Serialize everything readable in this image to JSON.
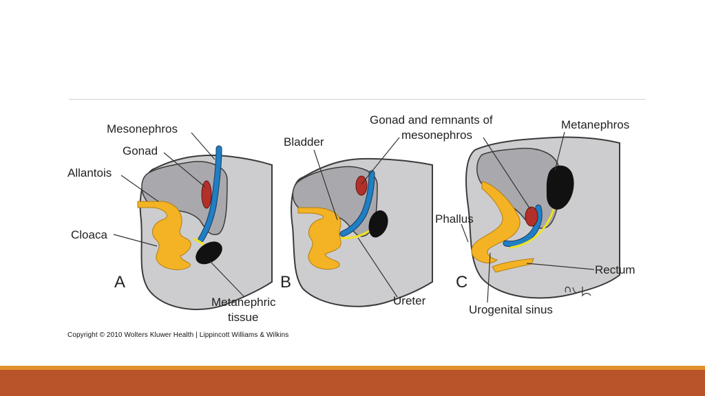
{
  "figure": {
    "panels": [
      {
        "letter": "A",
        "labels": [
          "Mesonephros",
          "Gonad",
          "Allantois",
          "Cloaca"
        ],
        "tissue_label_line1": "Metanephric",
        "tissue_label_line2": "tissue"
      },
      {
        "letter": "B",
        "labels": [
          "Bladder",
          "Ureter"
        ],
        "gonad_label_line1": "Gonad and remnants of",
        "gonad_label_line2": "mesonephros"
      },
      {
        "letter": "C",
        "labels": [
          "Metanephros",
          "Phallus",
          "Rectum",
          "Urogenital sinus"
        ]
      }
    ],
    "signature": "slo-R",
    "copyright": "Copyright © 2010 Wolters Kluwer Health | Lippincott Williams & Wilkins"
  },
  "colors": {
    "footer_bar": "#b9542a",
    "footer_stripe": "#e2902a",
    "mesonephros": "#1f7fc4",
    "gonad": "#b3302a",
    "allantois_cloaca": "#f4b324",
    "ureter": "#f2e21d",
    "metanephros": "#111111",
    "embryo_wall": "#cdcdcf"
  },
  "icons": []
}
